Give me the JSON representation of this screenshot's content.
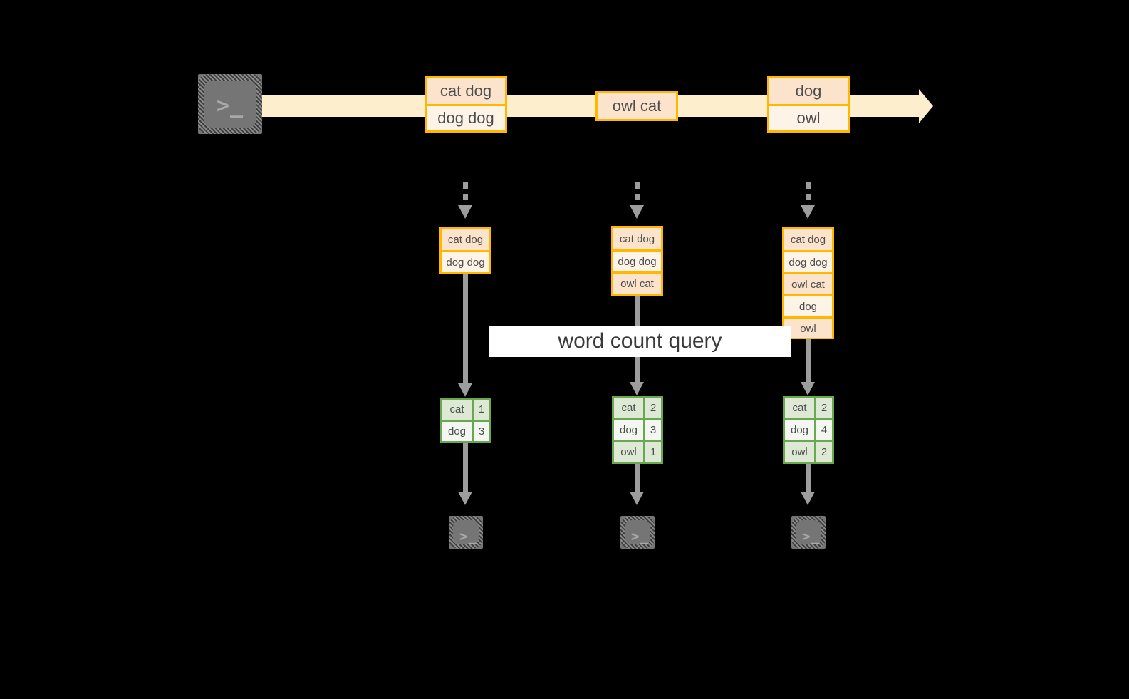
{
  "diagram": {
    "title_banner": "word count query",
    "colors": {
      "background": "#000000",
      "stream_arrow": "#fdeecd",
      "record_border": "#ffb700",
      "record_fill_dark": "#fce3cb",
      "record_fill_light": "#fdf3e7",
      "result_border": "#6aa84f",
      "result_fill_dark": "#dde8d5",
      "result_fill_light": "#f3f6f1",
      "connector": "#9d9d9d",
      "terminal": "#757575",
      "banner_bg": "#ffffff",
      "text": "#4d4d4d"
    },
    "source": {
      "icon": "terminal-icon",
      "glyph": ">_"
    },
    "stream": {
      "icon": "right-arrow-icon",
      "events": [
        {
          "id": "event-1",
          "rows": [
            {
              "text": "cat dog",
              "shade": "dark"
            },
            {
              "text": "dog dog",
              "shade": "light"
            }
          ]
        },
        {
          "id": "event-2",
          "rows": [
            {
              "text": "owl cat",
              "shade": "dark"
            }
          ]
        },
        {
          "id": "event-3",
          "rows": [
            {
              "text": "dog",
              "shade": "dark"
            },
            {
              "text": "owl",
              "shade": "light"
            }
          ]
        }
      ]
    },
    "snapshots": [
      {
        "id": "snapshot-1",
        "rows": [
          {
            "text": "cat dog",
            "shade": "dark"
          },
          {
            "text": "dog dog",
            "shade": "light"
          }
        ],
        "result": {
          "rows": [
            {
              "word": "cat",
              "count": "1",
              "shade": "dark"
            },
            {
              "word": "dog",
              "count": "3",
              "shade": "light"
            }
          ]
        },
        "sink": {
          "icon": "terminal-icon",
          "glyph": ">_"
        }
      },
      {
        "id": "snapshot-2",
        "rows": [
          {
            "text": "cat dog",
            "shade": "dark"
          },
          {
            "text": "dog dog",
            "shade": "light"
          },
          {
            "text": "owl cat",
            "shade": "dark"
          }
        ],
        "result": {
          "rows": [
            {
              "word": "cat",
              "count": "2",
              "shade": "dark"
            },
            {
              "word": "dog",
              "count": "3",
              "shade": "light"
            },
            {
              "word": "owl",
              "count": "1",
              "shade": "dark"
            }
          ]
        },
        "sink": {
          "icon": "terminal-icon",
          "glyph": ">_"
        }
      },
      {
        "id": "snapshot-3",
        "rows": [
          {
            "text": "cat dog",
            "shade": "dark"
          },
          {
            "text": "dog dog",
            "shade": "light"
          },
          {
            "text": "owl cat",
            "shade": "dark"
          },
          {
            "text": "dog",
            "shade": "light"
          },
          {
            "text": "owl",
            "shade": "dark"
          }
        ],
        "result": {
          "rows": [
            {
              "word": "cat",
              "count": "2",
              "shade": "dark"
            },
            {
              "word": "dog",
              "count": "4",
              "shade": "light"
            },
            {
              "word": "owl",
              "count": "2",
              "shade": "dark"
            }
          ]
        },
        "sink": {
          "icon": "terminal-icon",
          "glyph": ">_"
        }
      }
    ]
  }
}
